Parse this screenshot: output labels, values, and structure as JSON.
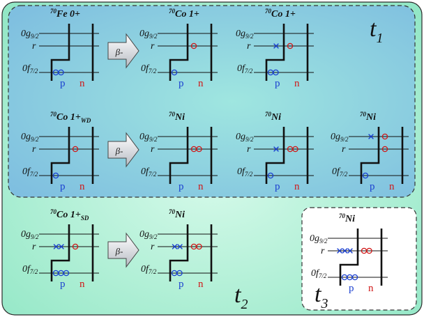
{
  "regions": {
    "t1": {
      "label": "t",
      "sub": "1"
    },
    "t2": {
      "label": "t",
      "sub": "2"
    },
    "t3": {
      "label": "t",
      "sub": "3"
    }
  },
  "arrow_label": "β-",
  "level_labels": {
    "g92": [
      "0g",
      "9/2"
    ],
    "r": "r",
    "f72": [
      "0f",
      "7/2"
    ]
  },
  "axis_labels": {
    "p": "p",
    "n": "n"
  },
  "colors": {
    "proton": "#1a3fd0",
    "neutron": "#d01818",
    "outer_bg": "#a8efcf",
    "t1_bg": "#8fcfe0",
    "t3_bg": "#ffffff"
  },
  "panels": [
    {
      "title": [
        "70",
        "Fe 0+",
        ""
      ],
      "occ": {
        "g_p": "",
        "r_p": "",
        "f_p": "oo",
        "g_n": "",
        "r_n": "",
        "f_n": ""
      }
    },
    {
      "title": [
        "70",
        "Co 1+",
        ""
      ],
      "occ": {
        "g_p": "",
        "r_p": "",
        "f_p": "o",
        "g_n": "",
        "r_n": "o",
        "f_n": ""
      }
    },
    {
      "title": [
        "70",
        "Co 1+",
        ""
      ],
      "occ": {
        "g_p": "",
        "r_p": "x",
        "f_p": "oo",
        "g_n": "",
        "r_n": "o",
        "f_n": ""
      }
    },
    {
      "title": [
        "70",
        "Co 1+",
        "WD"
      ],
      "occ": {
        "g_p": "",
        "r_p": "",
        "f_p": "o",
        "g_n": "",
        "r_n": "o",
        "f_n": ""
      }
    },
    {
      "title": [
        "70",
        "Ni",
        ""
      ],
      "occ": {
        "g_p": "",
        "r_p": "",
        "f_p": "",
        "g_n": "",
        "r_n": "oo",
        "f_n": ""
      }
    },
    {
      "title": [
        "70",
        "Ni",
        ""
      ],
      "occ": {
        "g_p": "",
        "r_p": "x",
        "f_p": "o",
        "g_n": "",
        "r_n": "oo",
        "f_n": ""
      }
    },
    {
      "title": [
        "70",
        "Ni",
        ""
      ],
      "occ": {
        "g_p": "x",
        "r_p": "",
        "f_p": "o",
        "g_n": "o",
        "r_n": "o",
        "f_n": ""
      }
    },
    {
      "title": [
        "70",
        "Co 1+",
        "SD"
      ],
      "occ": {
        "g_p": "",
        "r_p": "xx",
        "f_p": "ooo",
        "g_n": "",
        "r_n": "o",
        "f_n": ""
      }
    },
    {
      "title": [
        "70",
        "Ni",
        ""
      ],
      "occ": {
        "g_p": "",
        "r_p": "xx",
        "f_p": "oo",
        "g_n": "",
        "r_n": "oo",
        "f_n": ""
      }
    },
    {
      "title": [
        "70",
        "Ni",
        ""
      ],
      "occ": {
        "g_p": "",
        "r_p": "xxx",
        "f_p": "ooo",
        "g_n": "",
        "r_n": "oo",
        "f_n": ""
      }
    }
  ]
}
